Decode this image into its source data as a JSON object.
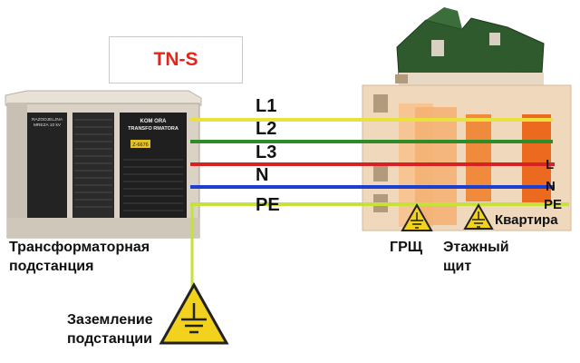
{
  "title": "TN-S",
  "wires": [
    {
      "id": "L1",
      "label": "L1",
      "color": "#e9e23a"
    },
    {
      "id": "L2",
      "label": "L2",
      "color": "#2e8b27"
    },
    {
      "id": "L3",
      "label": "L3",
      "color": "#d62222"
    },
    {
      "id": "N",
      "label": "N",
      "color": "#1d3fd0"
    },
    {
      "id": "PE",
      "label": "PE",
      "color": "#c6e13a"
    }
  ],
  "right_labels": [
    "L",
    "N",
    "PE"
  ],
  "captions": {
    "substation_line1": "Трансформаторная",
    "substation_line2": "подстанция",
    "grounding_line1": "Заземление",
    "grounding_line2": "подстанции",
    "main_panel": "ГРЩ",
    "floor_panel_line1": "Этажный",
    "floor_panel_line2": "щит",
    "apartment": "Квартира"
  },
  "transformer_signs": {
    "left_line1": "RAZODJELJNA",
    "left_line2": "MREZA 10 kV",
    "right_line1": "KOM ORA",
    "right_line2": "TRANSFO RMATORA",
    "right_plate": "Z-6676"
  },
  "colors": {
    "title_red": "#e1261c",
    "roof_green": "#2e5a2e",
    "warning_yellow": "#f2d21c",
    "panel_orange": "#f08a3c"
  }
}
